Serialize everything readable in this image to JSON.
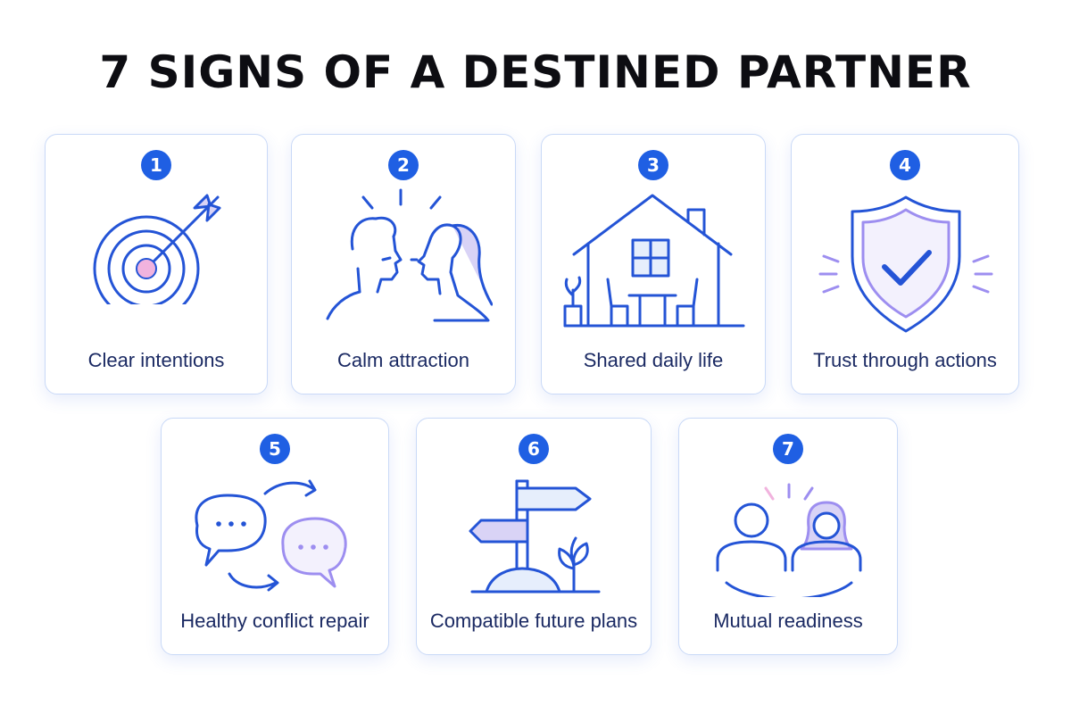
{
  "title": "7 SIGNS OF A DESTINED PARTNER",
  "colors": {
    "accent": "#1f5fe3",
    "icon_stroke": "#2454d6",
    "lavender": "#d9d3f6",
    "pink": "#f1b3de",
    "label_text": "#1b2a63"
  },
  "cards": [
    {
      "number": "1",
      "label": "Clear intentions",
      "icon": "target-arrow-icon"
    },
    {
      "number": "2",
      "label": "Calm attraction",
      "icon": "couple-faces-icon"
    },
    {
      "number": "3",
      "label": "Shared daily life",
      "icon": "house-icon"
    },
    {
      "number": "4",
      "label": "Trust through actions",
      "icon": "shield-check-icon"
    },
    {
      "number": "5",
      "label": "Healthy conflict repair",
      "icon": "chat-bubbles-icon"
    },
    {
      "number": "6",
      "label": "Compatible future plans",
      "icon": "signpost-icon"
    },
    {
      "number": "7",
      "label": "Mutual readiness",
      "icon": "two-people-icon"
    }
  ]
}
